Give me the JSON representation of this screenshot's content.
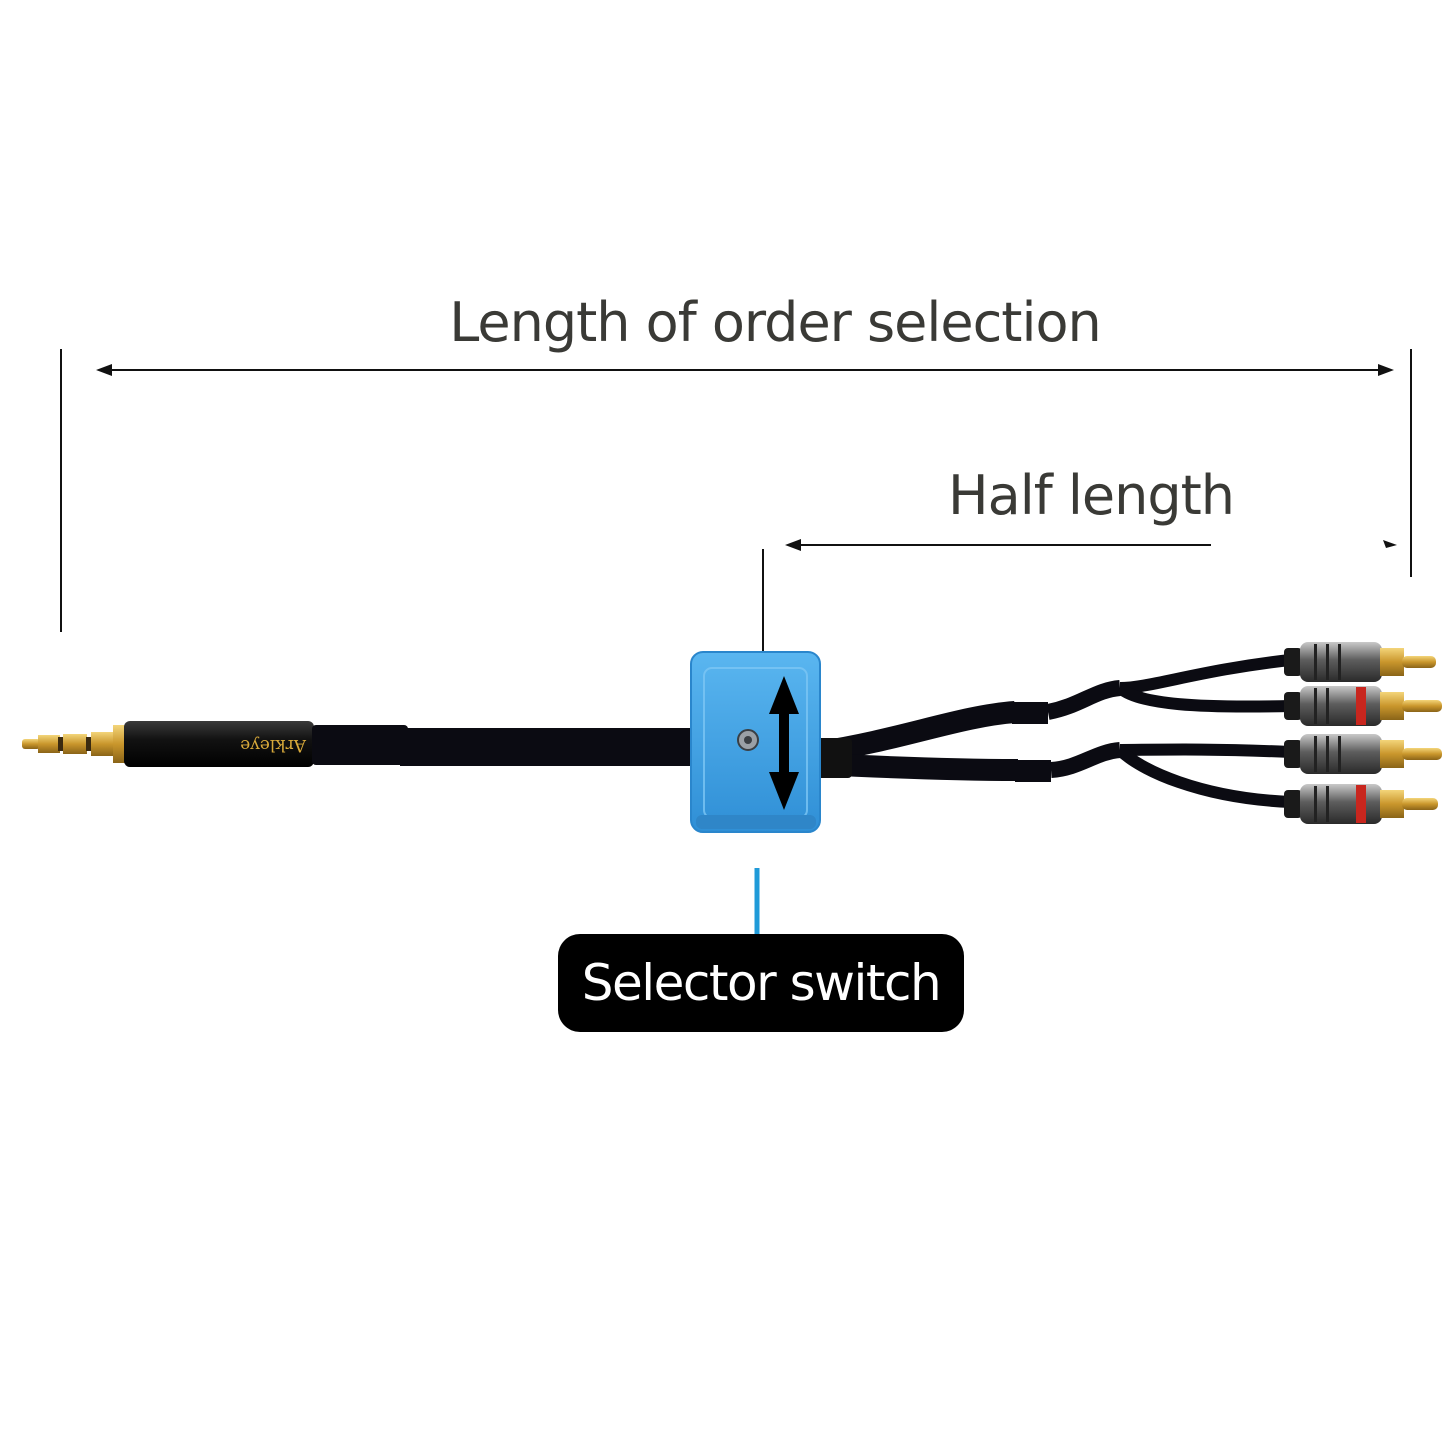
{
  "dimensions": {
    "total_length_label": "Length of order selection",
    "half_length_label": "Half length"
  },
  "callout": {
    "label": "Selector switch"
  },
  "brand": {
    "jack_text": "Arkleye"
  },
  "colors": {
    "switch_box": "#3aa2e8",
    "callout_background": "#000000",
    "callout_line": "#1f9ad8",
    "cable": "#0b0b12",
    "gold": "#d8a93a",
    "red_accent": "#c8261e",
    "text": "#3a3a36"
  },
  "plugs": [
    {
      "name": "rca-plug-1",
      "accent": "none"
    },
    {
      "name": "rca-plug-2",
      "accent": "red"
    },
    {
      "name": "rca-plug-3",
      "accent": "none"
    },
    {
      "name": "rca-plug-4",
      "accent": "red"
    }
  ]
}
